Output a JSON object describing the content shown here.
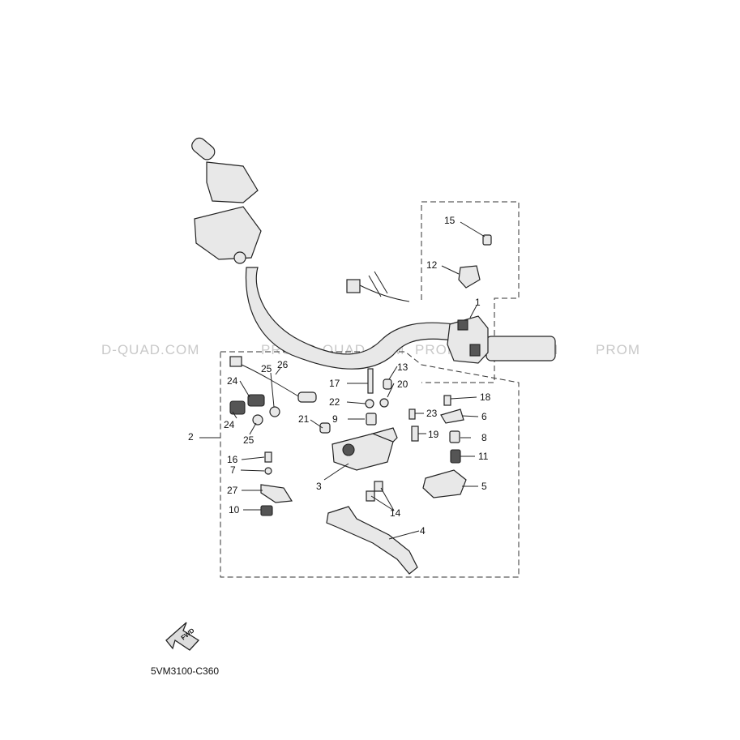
{
  "watermarks": [
    "D-QUAD.COM",
    "PROMO-QUAD.COM",
    "PROMO-QUAD.COM",
    "PROM"
  ],
  "fwd_label": "FWD",
  "diagram_code": "5VM3100-C360",
  "part_labels": [
    "1",
    "2",
    "3",
    "4",
    "5",
    "6",
    "7",
    "8",
    "9",
    "10",
    "11",
    "12",
    "13",
    "14",
    "15",
    "16",
    "17",
    "18",
    "19",
    "20",
    "21",
    "22",
    "23",
    "24",
    "24",
    "25",
    "25",
    "26",
    "27"
  ]
}
